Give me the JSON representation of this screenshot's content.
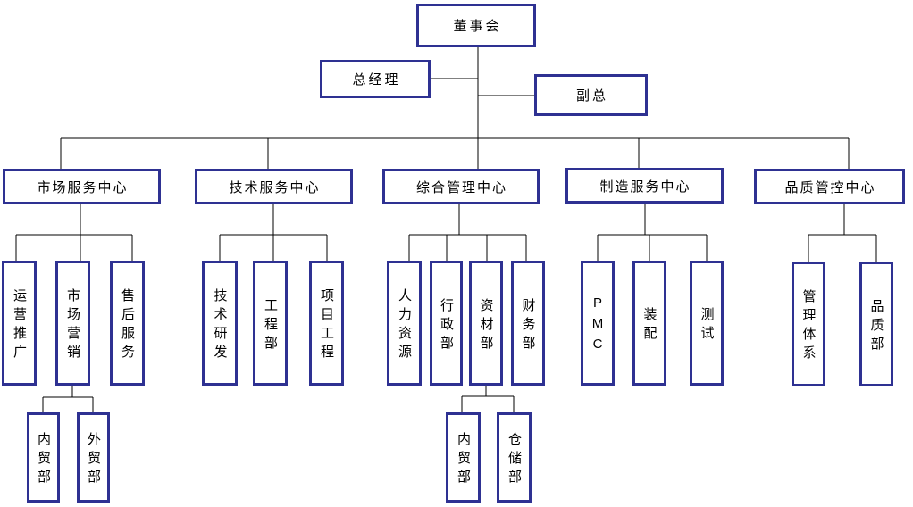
{
  "org_chart": {
    "root": {
      "label": "董事会"
    },
    "general_manager": {
      "label": "总经理"
    },
    "deputy_general_manager": {
      "label": "副总"
    },
    "centers": [
      {
        "label": "市场服务中心",
        "departments": [
          "运营推广",
          "市场营销",
          "售后服务"
        ],
        "sub_departments": {
          "parent": "市场营销",
          "items": [
            "内贸部",
            "外贸部"
          ]
        }
      },
      {
        "label": "技术服务中心",
        "departments": [
          "技术研发",
          "工程部",
          "项目工程"
        ]
      },
      {
        "label": "综合管理中心",
        "departments": [
          "人力资源",
          "行政部",
          "资材部",
          "财务部"
        ],
        "sub_departments": {
          "parent": "资材部",
          "items": [
            "内贸部",
            "仓储部"
          ]
        }
      },
      {
        "label": "制造服务中心",
        "departments": [
          "PMC",
          "装配",
          "测试"
        ]
      },
      {
        "label": "品质管控中心",
        "departments": [
          "管理体系",
          "品质部"
        ]
      }
    ],
    "colors": {
      "box_border": "#2e3192",
      "connector_line": "#000000",
      "text": "#000000",
      "background": "#ffffff"
    }
  }
}
